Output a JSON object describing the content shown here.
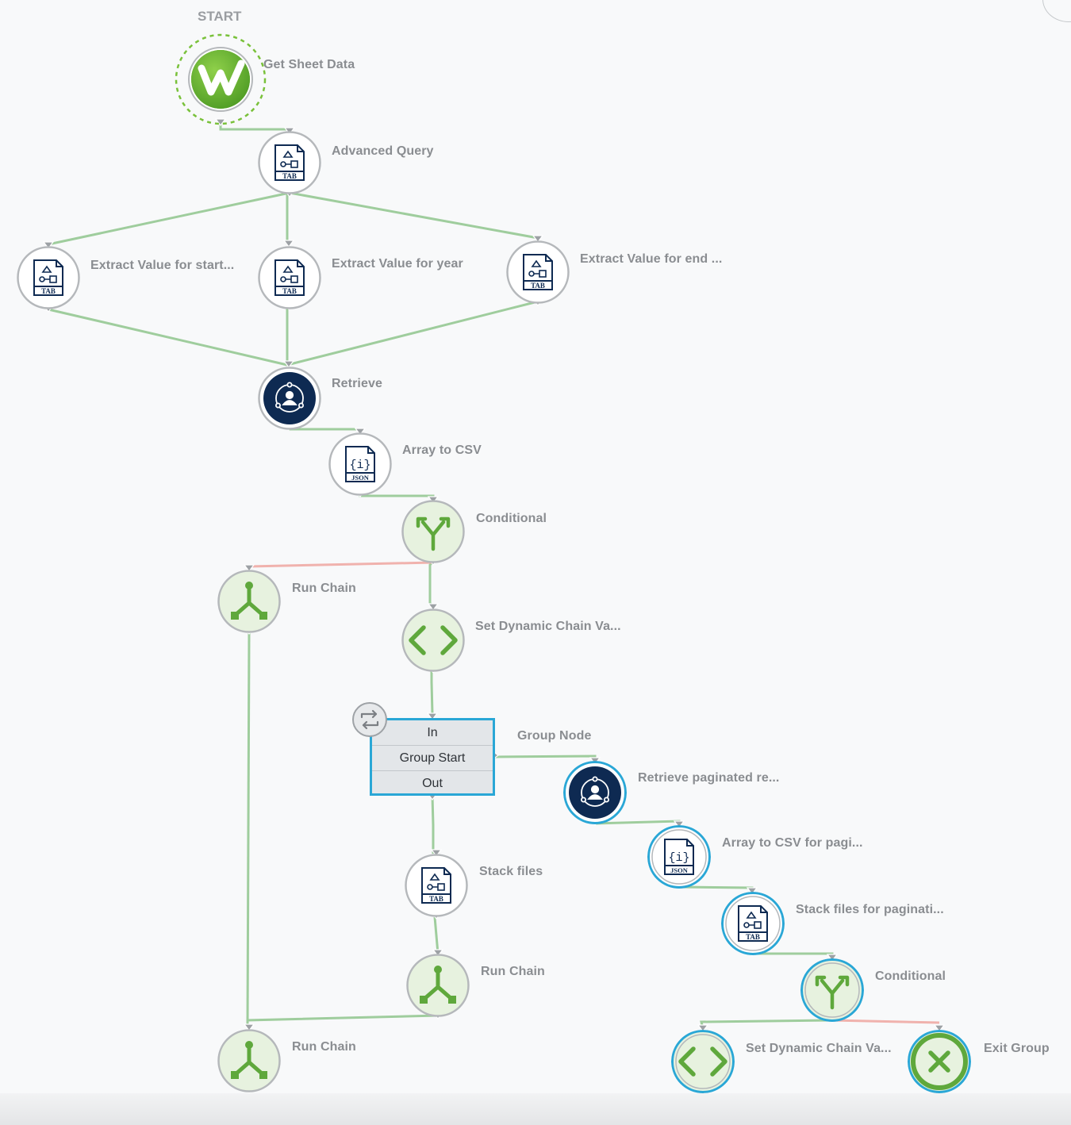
{
  "start": {
    "label": "START"
  },
  "nodes": {
    "get_sheet_data": {
      "label": "Get Sheet Data"
    },
    "advanced_query": {
      "label": "Advanced Query",
      "badge": "TAB"
    },
    "extract_start": {
      "label": "Extract Value for start...",
      "badge": "TAB"
    },
    "extract_year": {
      "label": "Extract Value for year",
      "badge": "TAB"
    },
    "extract_end": {
      "label": "Extract Value for end ...",
      "badge": "TAB"
    },
    "retrieve": {
      "label": "Retrieve"
    },
    "array_to_csv": {
      "label": "Array to CSV",
      "badge": "JSON"
    },
    "conditional": {
      "label": "Conditional"
    },
    "run_chain_1": {
      "label": "Run Chain"
    },
    "set_dynamic_1": {
      "label": "Set Dynamic Chain Va..."
    },
    "group_node": {
      "label": "Group Node",
      "rows": [
        "In",
        "Group Start",
        "Out"
      ]
    },
    "retrieve_paginated": {
      "label": "Retrieve paginated re..."
    },
    "array_to_csv_pag": {
      "label": "Array to CSV for pagi...",
      "badge": "JSON"
    },
    "stack_files": {
      "label": "Stack files",
      "badge": "TAB"
    },
    "stack_files_pag": {
      "label": "Stack files for paginati...",
      "badge": "TAB"
    },
    "run_chain_2": {
      "label": "Run Chain"
    },
    "conditional_2": {
      "label": "Conditional"
    },
    "run_chain_3": {
      "label": "Run Chain"
    },
    "set_dynamic_2": {
      "label": "Set Dynamic Chain Va..."
    },
    "exit_group": {
      "label": "Exit Group"
    }
  },
  "colors": {
    "edge": "#9fcd9d",
    "edge_false": "#f0b2ad",
    "green": "#5fa83c",
    "green_bg": "#e7f2df",
    "navy": "#0e2a52",
    "cyan": "#2aa7d6",
    "ring": "#b5b8bb"
  }
}
